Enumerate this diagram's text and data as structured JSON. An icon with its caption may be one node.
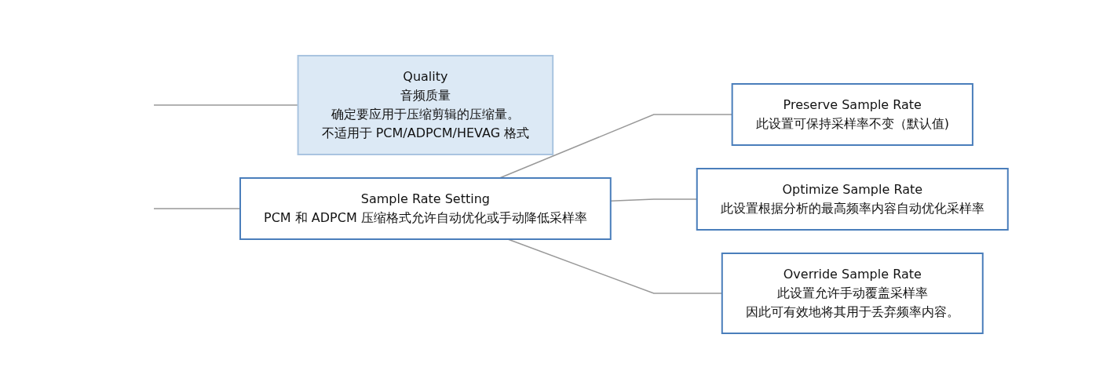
{
  "diagram": {
    "nodes": [
      {
        "text": [
          "Quality",
          "音频质量",
          "确定要应用于压缩剪辑的压缩量。",
          "不适用于 PCM/ADPCM/HEVAG 格式"
        ]
      },
      {
        "text": [
          "Sample Rate Setting",
          "PCM 和 ADPCM 压缩格式允许自动优化或手动降低采样率"
        ]
      },
      {
        "text": [
          "Preserve Sample Rate",
          "此设置可保持采样率不变（默认值)"
        ]
      },
      {
        "text": [
          "Optimize Sample Rate",
          "此设置根据分析的最高频率内容自动优化采样率"
        ]
      },
      {
        "text": [
          "Override Sample Rate",
          "此设置允许手动覆盖采样率",
          "因此可有效地将其用于丢弃频率内容。"
        ]
      }
    ],
    "edges": [
      {
        "from": null,
        "to": 0,
        "arrow": "none"
      },
      {
        "from": null,
        "to": 1,
        "arrow": "none"
      },
      {
        "from": 1,
        "to": 2,
        "arrow": "none"
      },
      {
        "from": 1,
        "to": 3,
        "arrow": "none"
      },
      {
        "from": 1,
        "to": 4,
        "arrow": "none"
      }
    ]
  }
}
